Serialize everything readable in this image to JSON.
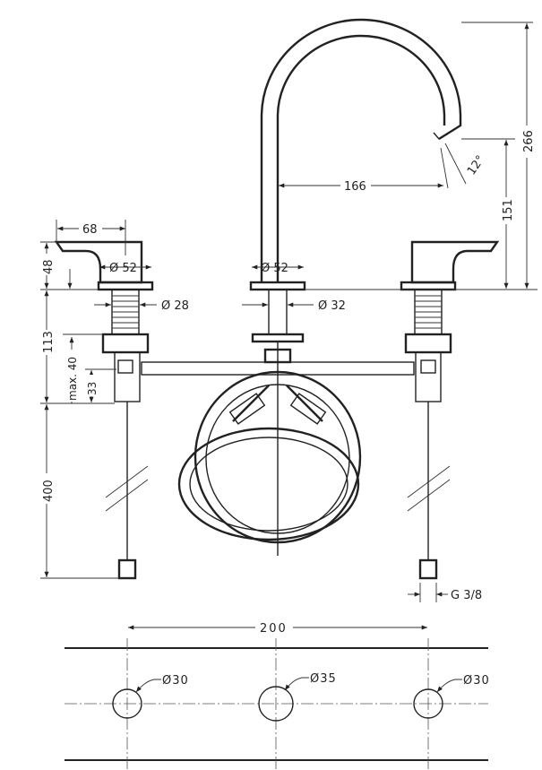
{
  "title": "Three-hole basin mixer dimension drawing",
  "dimensions": {
    "total_height": "266",
    "spout_height": "151",
    "spout_reach": "166",
    "spout_angle": "12°",
    "handle_length": "68",
    "handle_height": "48",
    "handle_diameter": "Ø 52",
    "spout_base_diameter": "Ø 52",
    "handle_shank_diameter": "Ø 28",
    "spout_shank_diameter": "Ø 32",
    "shank_length": "113",
    "max_thickness": "max. 40",
    "min_thickness": "33",
    "hose_length": "400",
    "connection": "G 3/8",
    "spacing": "200"
  },
  "holes": [
    {
      "label": "Ø30"
    },
    {
      "label": "Ø35"
    },
    {
      "label": "Ø30"
    }
  ]
}
